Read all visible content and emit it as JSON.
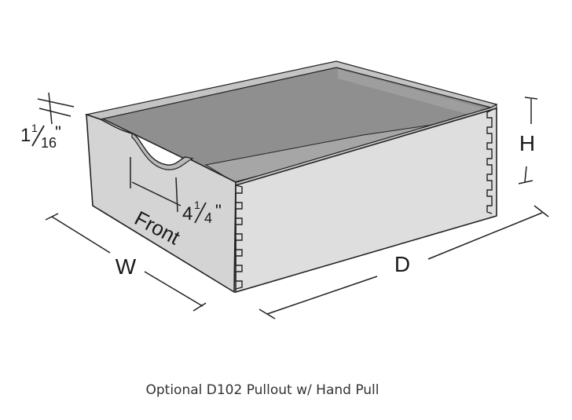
{
  "diagram": {
    "labels": {
      "front": "Front",
      "width": "W",
      "depth": "D",
      "height": "H",
      "side_thickness_whole": "1",
      "side_thickness_num": "1",
      "side_thickness_den": "16",
      "side_thickness_unit": "\"",
      "pull_depth_whole": "4",
      "pull_depth_num": "1",
      "pull_depth_den": "4",
      "pull_depth_unit": "\""
    },
    "colors": {
      "interior_dark": "#8a8a8a",
      "interior_back": "#9b9b9b",
      "rim_top": "#bdbdbd",
      "front_face": "#d3d3d3",
      "side_face": "#e0e0e0",
      "outline": "#222222"
    }
  },
  "caption": "Optional D102 Pullout w/ Hand Pull"
}
